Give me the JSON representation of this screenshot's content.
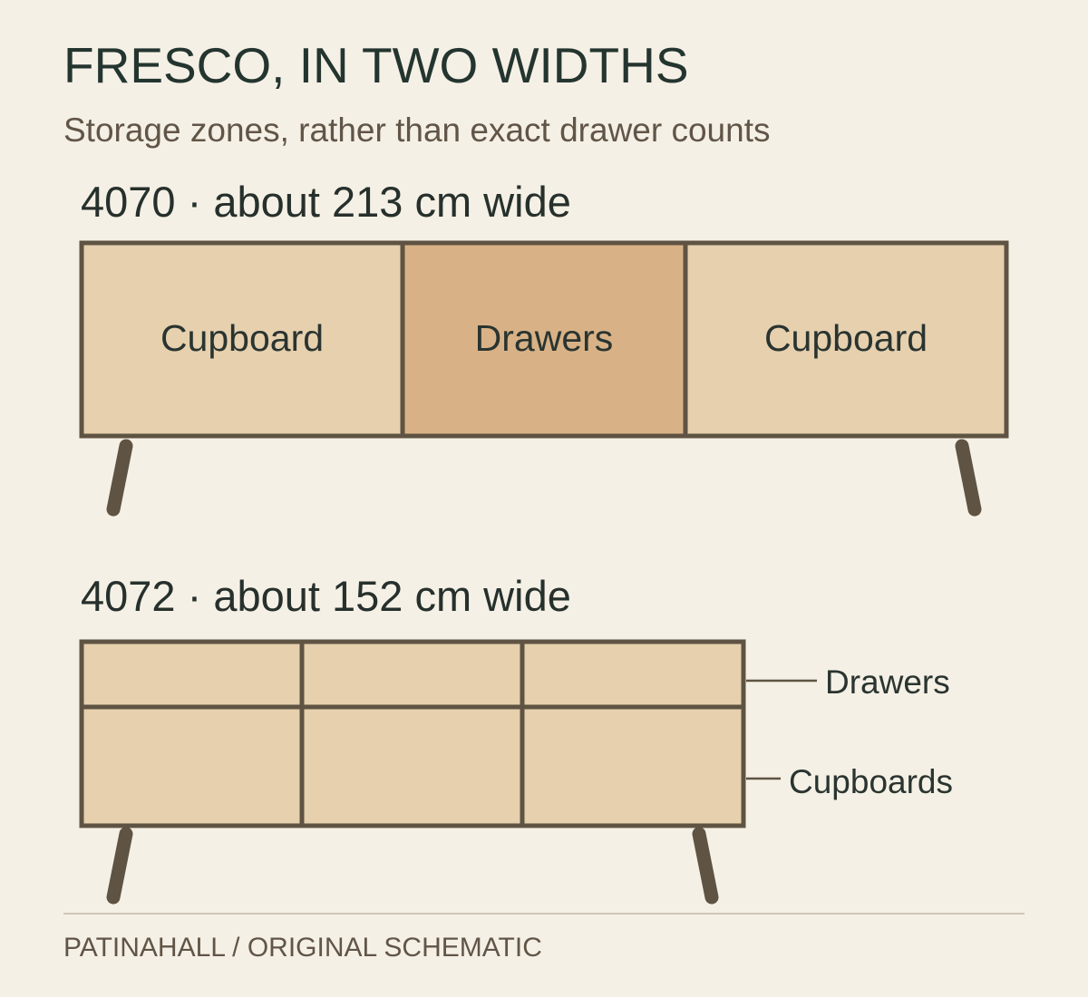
{
  "title": "FRESCO, IN TWO WIDTHS",
  "subtitle": "Storage zones, rather than exact drawer counts",
  "models": [
    {
      "label": "4070 · about 213 cm wide",
      "zones": [
        "Cupboard",
        "Drawers",
        "Cupboard"
      ]
    },
    {
      "label": "4072 · about 152 cm wide",
      "callouts": {
        "drawers": "Drawers",
        "cupboards": "Cupboards"
      }
    }
  ],
  "footer": "PATINAHALL / ORIGINAL SCHEMATIC",
  "colors": {
    "background": "#f5f0e5",
    "panel_light": "#e6d0ae",
    "panel_accent": "#d8b286",
    "frame": "#5f5343",
    "text": "#243530"
  }
}
